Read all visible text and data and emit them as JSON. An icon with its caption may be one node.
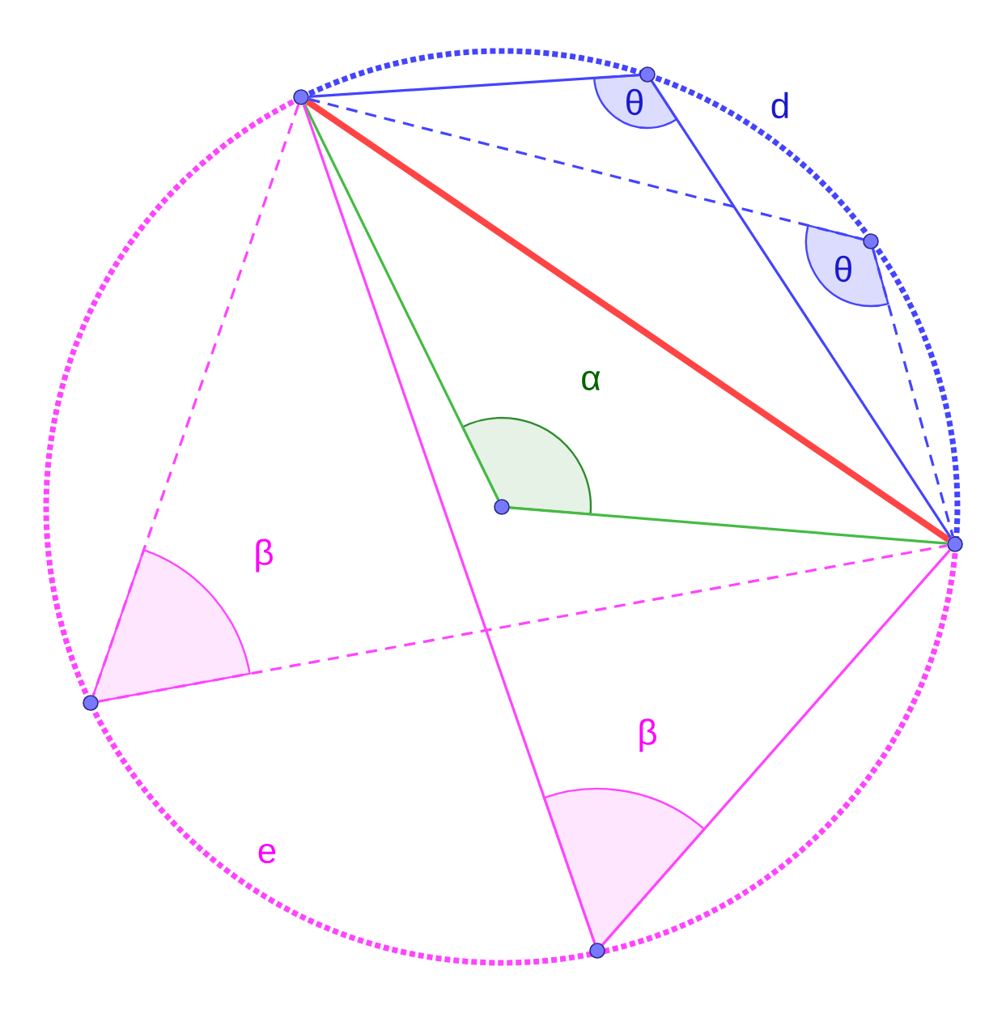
{
  "diagram": {
    "nodes": [
      {
        "text": [],
        "shape": "circle"
      },
      {
        "text": [],
        "shape": "circle"
      },
      {
        "text": [],
        "shape": "circle"
      },
      {
        "text": [],
        "shape": "circle"
      },
      {
        "text": [],
        "shape": "circle"
      },
      {
        "text": [],
        "shape": "circle"
      },
      {
        "text": [],
        "shape": "circle"
      }
    ],
    "edges": [
      {
        "from": 1,
        "to": 4,
        "arrow": "none",
        "style": "thick",
        "color": "#ff4444"
      },
      {
        "from": 1,
        "to": 0,
        "arrow": "none",
        "color": "#4444ff"
      },
      {
        "from": 0,
        "to": 4,
        "arrow": "none",
        "color": "#4444ff"
      },
      {
        "from": 1,
        "to": 2,
        "arrow": "none",
        "style": "dashed",
        "color": "#4444ff"
      },
      {
        "from": 2,
        "to": 4,
        "arrow": "none",
        "style": "dashed",
        "color": "#4444ff"
      },
      {
        "from": 1,
        "to": 3,
        "arrow": "none",
        "color": "#44bb44"
      },
      {
        "from": 3,
        "to": 4,
        "arrow": "none",
        "color": "#44bb44"
      },
      {
        "from": 1,
        "to": 5,
        "arrow": "none",
        "style": "dashed",
        "color": "#ff44ff"
      },
      {
        "from": 5,
        "to": 4,
        "arrow": "none",
        "style": "dashed",
        "color": "#ff44ff"
      },
      {
        "from": 1,
        "to": 6,
        "arrow": "none",
        "color": "#ff44ff"
      },
      {
        "from": 6,
        "to": 4,
        "arrow": "none",
        "color": "#ff44ff"
      }
    ],
    "labels": [
      "θ",
      "d",
      "θ",
      "α",
      "β",
      "β",
      "e"
    ]
  }
}
